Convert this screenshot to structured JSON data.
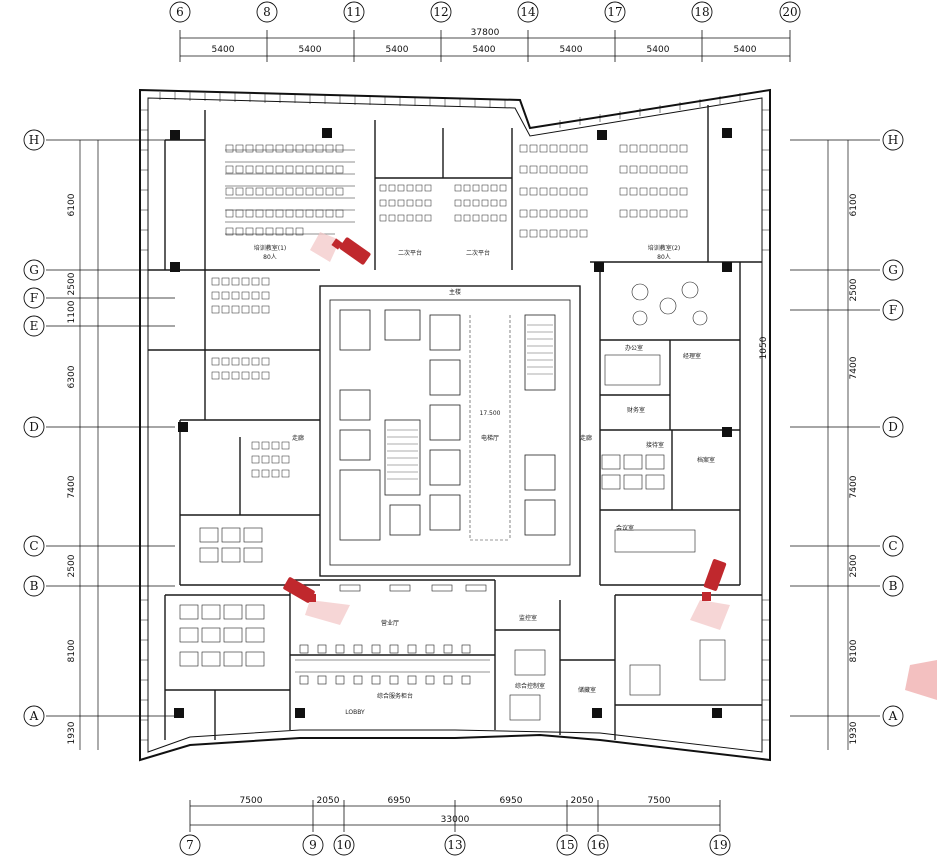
{
  "grid": {
    "top_axes": [
      "6",
      "8",
      "11",
      "12",
      "14",
      "17",
      "18",
      "20"
    ],
    "bottom_axes": [
      "7",
      "9",
      "10",
      "13",
      "15",
      "16",
      "19"
    ],
    "row_axes": [
      "H",
      "G",
      "F",
      "E",
      "D",
      "C",
      "B",
      "A"
    ]
  },
  "dims": {
    "top_total": "37800",
    "top_bays": [
      "5400",
      "5400",
      "5400",
      "5400",
      "5400",
      "5400",
      "5400"
    ],
    "bottom_total": "33000",
    "bottom_bays": [
      "7500",
      "2050",
      "6950",
      "6950",
      "2050",
      "7500"
    ],
    "left_rows": [
      "6100",
      "2500",
      "1100",
      "6300",
      "7400",
      "2500",
      "8100",
      "1930"
    ],
    "right_rows": [
      "6100",
      "2500",
      "7400",
      "7400",
      "2500",
      "8100",
      "1930"
    ],
    "right_extra": "1050"
  },
  "rooms": {
    "training_left": "培训教室(1)",
    "training_left_sub": "80人",
    "training_right": "培训教室(2)",
    "training_right_sub": "80人",
    "meeting_1": "二次平台",
    "meeting_2": "二次平台",
    "lobby": "主楼",
    "elevator_hall": "电梯厅",
    "elevation": "17.500",
    "business_hall": "营业厅",
    "service": "综合服务柜台",
    "office_1": "办公室",
    "office_2": "财务室",
    "office_3": "会议室",
    "monitor": "监控室",
    "storage": "储藏室",
    "corridor": "走廊",
    "manager": "经理室",
    "reception": "接待室",
    "archive": "档案室",
    "control": "综合控制室",
    "lobby_label": "LOBBY"
  },
  "colors": {
    "line": "#111111",
    "wall": "#1a1a1a",
    "camera_red": "#c0282d"
  }
}
